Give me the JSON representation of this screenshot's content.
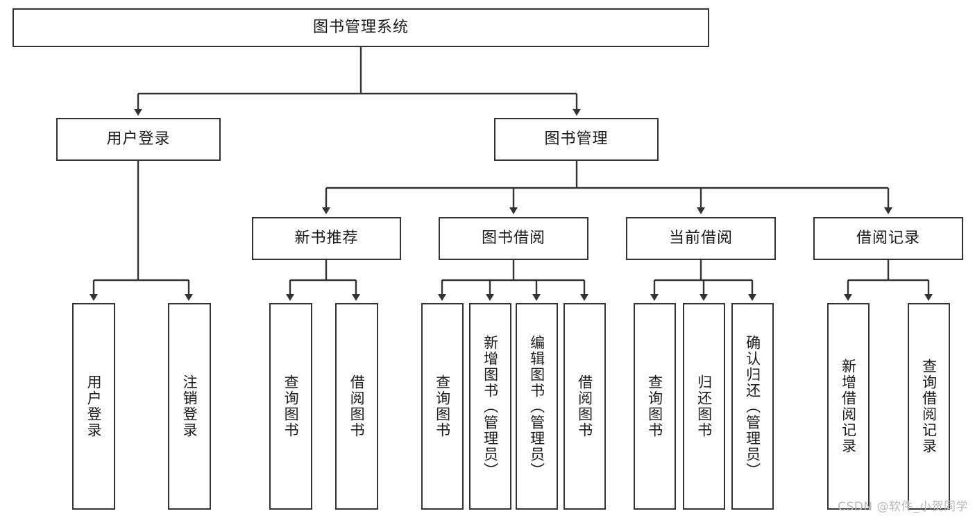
{
  "diagram": {
    "type": "tree-hierarchy",
    "title": "图书管理系统",
    "watermark": "CSDN @软件_小贺同学",
    "colors": {
      "border": "#333333",
      "background": "#ffffff",
      "text": "#1a1a1a",
      "connector": "#333333",
      "watermark": "#b9b9b9"
    },
    "nodes": {
      "root": {
        "label": "图书管理系统",
        "orientation": "horizontal"
      },
      "level2": [
        {
          "label": "用户登录",
          "orientation": "horizontal"
        },
        {
          "label": "图书管理",
          "orientation": "horizontal"
        }
      ],
      "level3": [
        {
          "label": "新书推荐",
          "orientation": "horizontal"
        },
        {
          "label": "图书借阅",
          "orientation": "horizontal"
        },
        {
          "label": "当前借阅",
          "orientation": "horizontal"
        },
        {
          "label": "借阅记录",
          "orientation": "horizontal"
        }
      ],
      "leaves_user_login": [
        {
          "label": "用户登录",
          "orientation": "vertical"
        },
        {
          "label": "注销登录",
          "orientation": "vertical"
        }
      ],
      "leaves_new_book": [
        {
          "label": "查询图书",
          "orientation": "vertical"
        },
        {
          "label": "借阅图书",
          "orientation": "vertical"
        }
      ],
      "leaves_borrow": [
        {
          "label": "查询图书",
          "orientation": "vertical"
        },
        {
          "label": "新增图书（管理员）",
          "orientation": "vertical"
        },
        {
          "label": "编辑图书（管理员）",
          "orientation": "vertical"
        },
        {
          "label": "借阅图书",
          "orientation": "vertical"
        }
      ],
      "leaves_current": [
        {
          "label": "查询图书",
          "orientation": "vertical"
        },
        {
          "label": "归还图书",
          "orientation": "vertical"
        },
        {
          "label": "确认归还（管理员）",
          "orientation": "vertical"
        }
      ],
      "leaves_record": [
        {
          "label": "新增借阅记录",
          "orientation": "vertical"
        },
        {
          "label": "查询借阅记录",
          "orientation": "vertical"
        }
      ]
    }
  }
}
